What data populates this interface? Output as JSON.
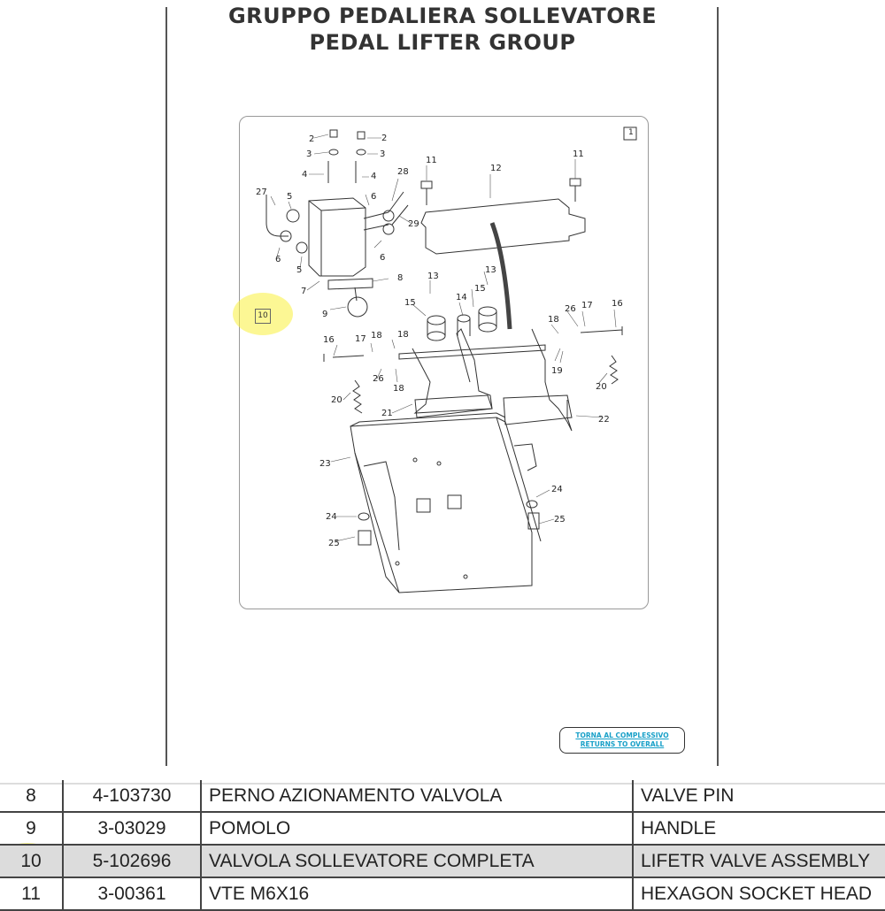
{
  "header": {
    "title_it": "GRUPPO PEDALIERA SOLLEVATORE",
    "title_en": "PEDAL LIFTER GROUP"
  },
  "diagram": {
    "sheet_number": "1",
    "highlight_label": "10",
    "callouts": [
      "2",
      "2",
      "3",
      "3",
      "4",
      "4",
      "28",
      "11",
      "12",
      "11",
      "27",
      "5",
      "6",
      "6",
      "29",
      "6",
      "5",
      "8",
      "7",
      "9",
      "13",
      "13",
      "15",
      "15",
      "14",
      "26",
      "17",
      "16",
      "18",
      "16",
      "17",
      "18",
      "19",
      "18",
      "26",
      "18",
      "20",
      "20",
      "21",
      "22",
      "23",
      "24",
      "24",
      "25",
      "25"
    ]
  },
  "back_button": {
    "line1": "TORNA AL COMPLESSIVO",
    "line2": "RETURNS TO OVERALL"
  },
  "parts_table": {
    "rows": [
      {
        "ref": "8",
        "code": "4-103730",
        "desc_it": "PERNO AZIONAMENTO VALVOLA",
        "desc_en": "VALVE PIN"
      },
      {
        "ref": "9",
        "code": "3-03029",
        "desc_it": "POMOLO",
        "desc_en": "HANDLE"
      },
      {
        "ref": "10",
        "code": "5-102696",
        "desc_it": "VALVOLA SOLLEVATORE COMPLETA",
        "desc_en": "LIFETR  VALVE ASSEMBLY"
      },
      {
        "ref": "11",
        "code": "3-00361",
        "desc_it": "VTE M6X16",
        "desc_en": "HEXAGON SOCKET HEAD"
      }
    ]
  },
  "colors": {
    "highlight": "#f5e83c",
    "link": "#18a0c8",
    "selected_row": "#dcdcdc"
  }
}
